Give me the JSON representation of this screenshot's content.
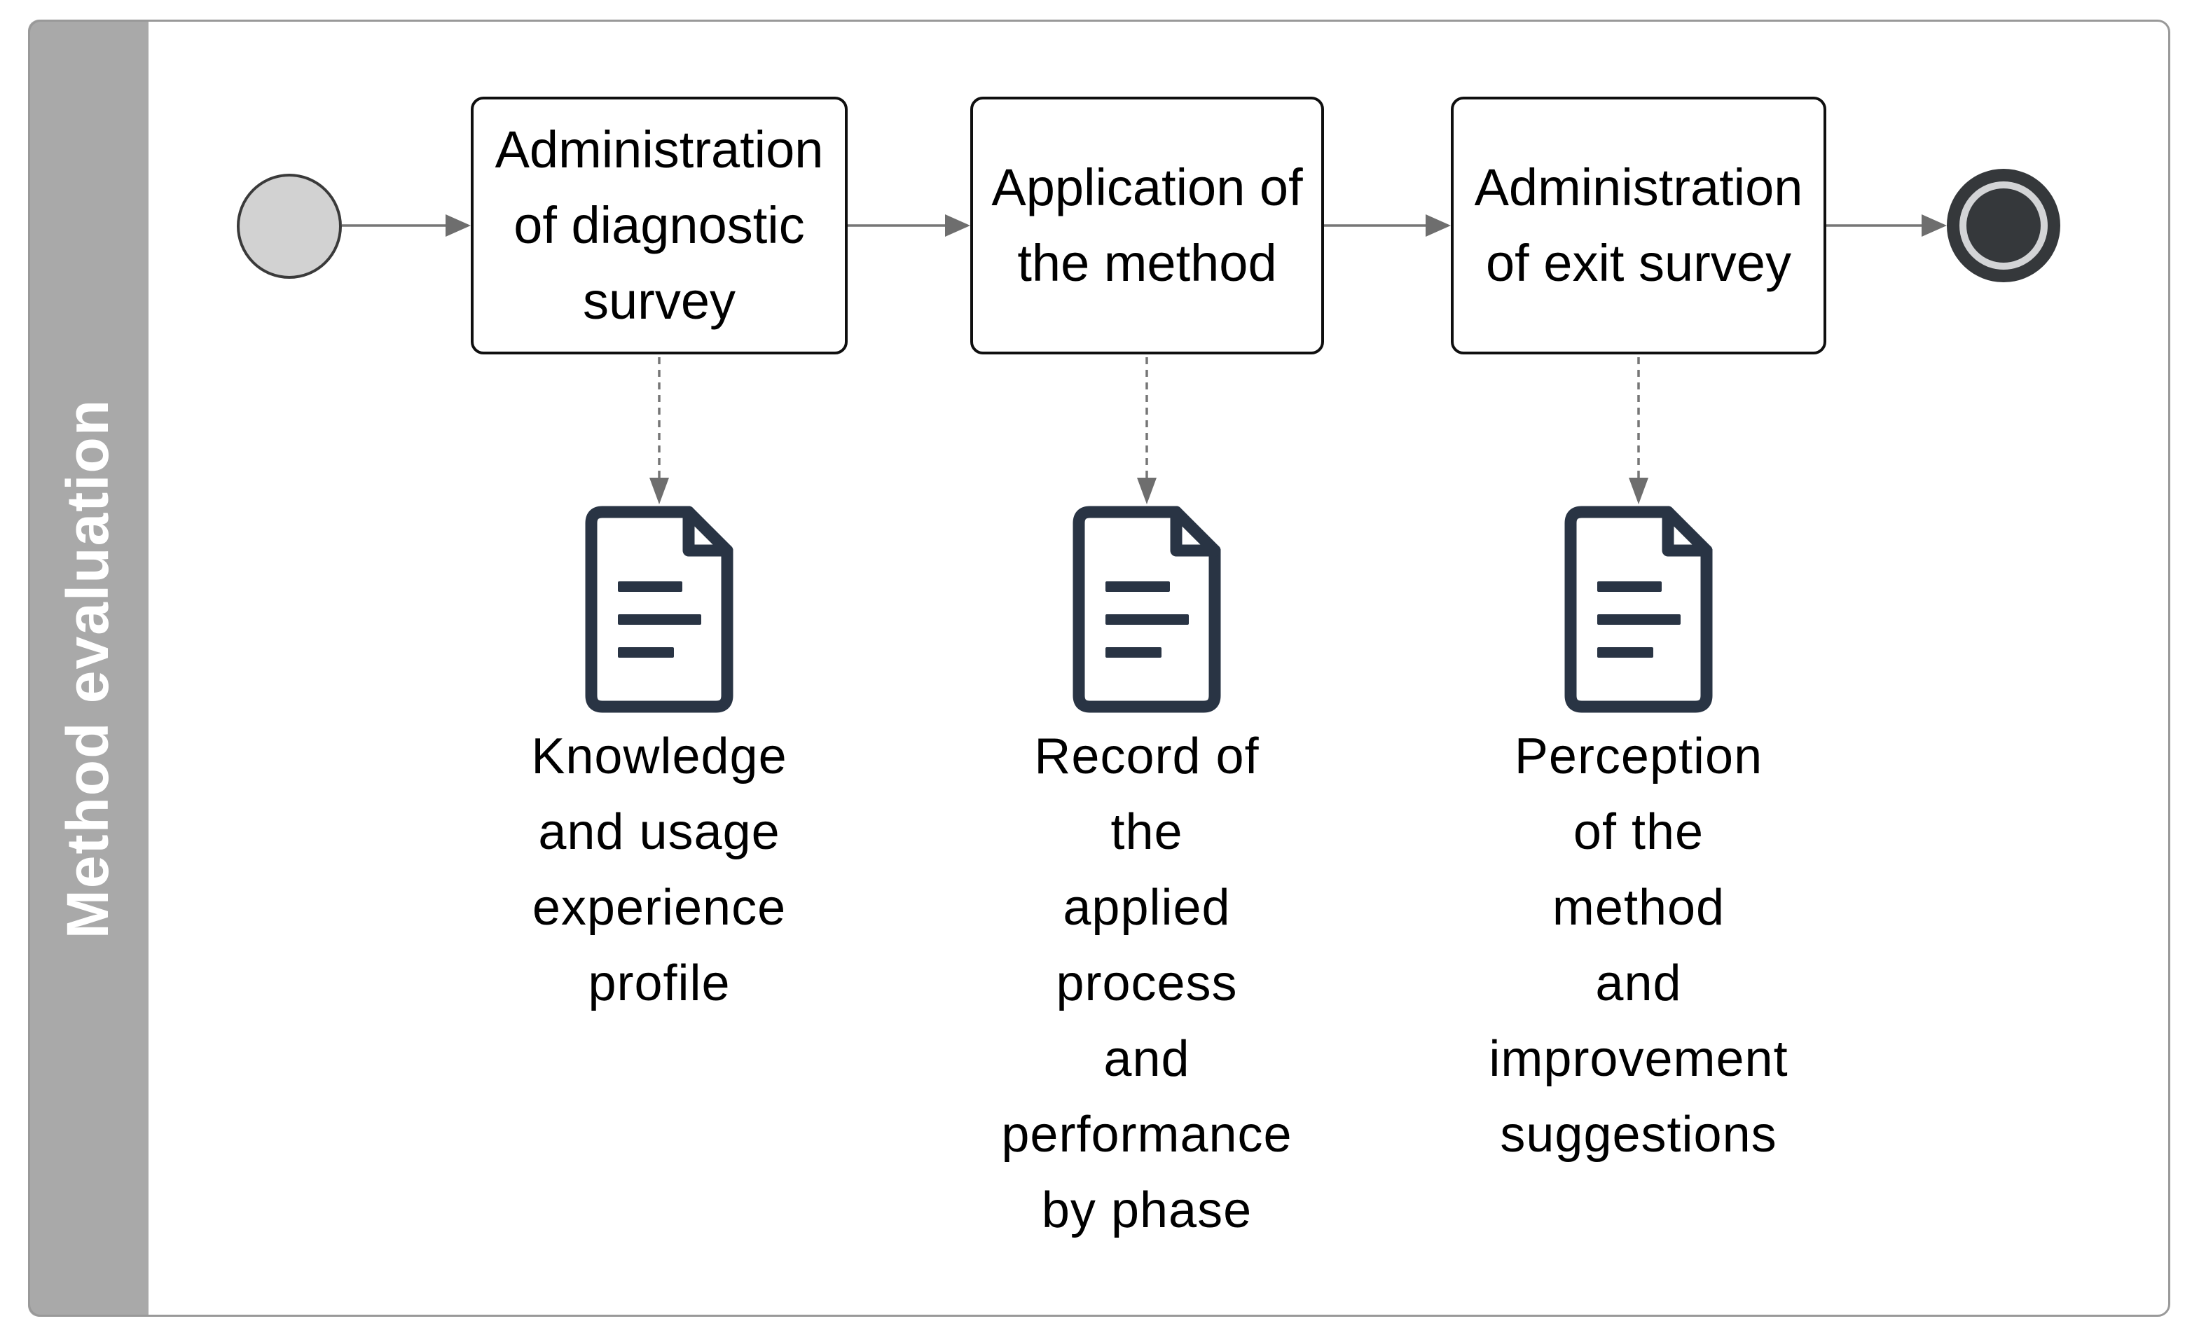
{
  "colors": {
    "lane_fill": "#a9a9a9",
    "frame_border": "#999999",
    "lane_text": "#ffffff",
    "task_fill": "#ffffff",
    "task_border": "#0f0f0f",
    "text": "#000000",
    "connector": "#767676",
    "arrowhead": "#6e6e6e",
    "start_fill": "#d2d2d2",
    "start_border": "#3a3a3a",
    "end_dark": "#35383b",
    "end_light": "#d3d4d6",
    "doc_icon": "#293444"
  },
  "lane": {
    "label": "Method evaluation"
  },
  "events": {
    "start": {
      "icon": "start-event-circle",
      "type": "start"
    },
    "end": {
      "icon": "end-event-circle",
      "type": "end"
    }
  },
  "tasks": [
    {
      "label": "Administration\nof diagnostic\nsurvey"
    },
    {
      "label": "Application of\nthe method"
    },
    {
      "label": "Administration\nof exit survey"
    }
  ],
  "data_objects": [
    {
      "icon": "document-icon",
      "label": "Knowledge\nand usage\nexperience\nprofile"
    },
    {
      "icon": "document-icon",
      "label": "Record of\nthe\napplied\nprocess\nand\nperformance\nby phase"
    },
    {
      "icon": "document-icon",
      "label": "Perception\nof the\nmethod\nand\nimprovement\nsuggestions"
    }
  ]
}
